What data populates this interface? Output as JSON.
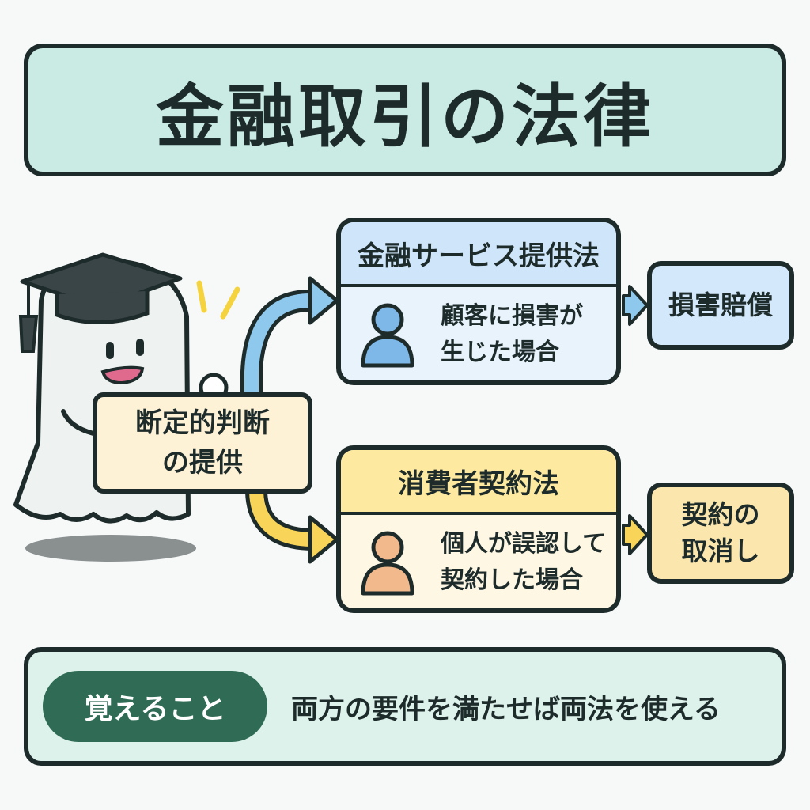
{
  "title": "金融取引の法律",
  "sign": {
    "line1": "断定的判断",
    "line2": "の提供"
  },
  "laws": [
    {
      "name": "金融サービス提供法",
      "condition_line1": "顧客に損害が",
      "condition_line2": "生じた場合",
      "result": "損害賠償",
      "color": "#cfe6fa",
      "icon": "person-icon"
    },
    {
      "name": "消費者契約法",
      "condition_line1": "個人が誤認して",
      "condition_line2": "契約した場合",
      "result_line1": "契約の",
      "result_line2": "取消し",
      "color": "#fde9a0",
      "icon": "person-icon"
    }
  ],
  "tip": {
    "badge": "覚えること",
    "text": "両方の要件を満たせば両法を使える"
  },
  "colors": {
    "outline": "#1e2b2b",
    "title_bg": "#c9ebe4",
    "blue_arrow": "#8ec8ec",
    "yellow_arrow": "#f8d558",
    "badge_bg": "#2f6b55"
  }
}
